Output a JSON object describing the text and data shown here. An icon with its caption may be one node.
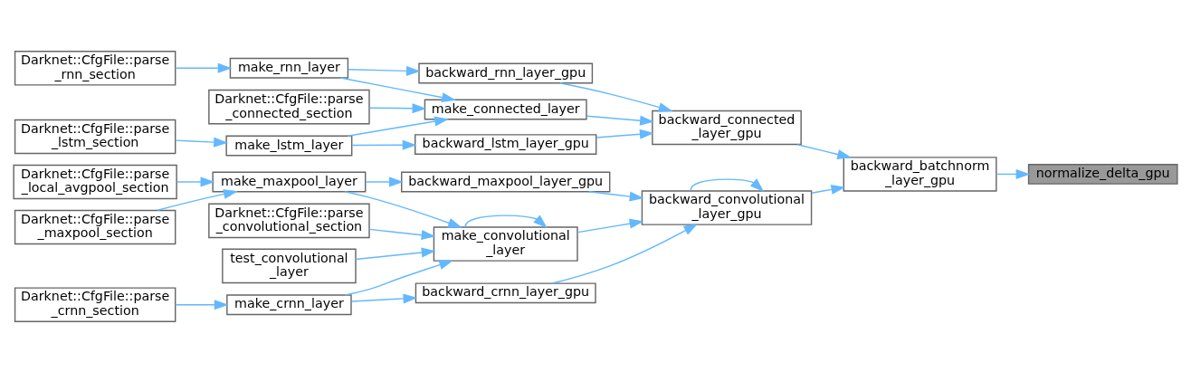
{
  "diagram": {
    "nodes": [
      {
        "text": [
          "normalize_delta_gpu"
        ]
      },
      {
        "text": [
          "backward_batchnorm_layer_gpu"
        ]
      },
      {
        "text": [
          "backward_connected_layer_gpu"
        ]
      },
      {
        "text": [
          "backward_convolutional_layer_gpu"
        ]
      },
      {
        "text": [
          "backward_lstm_layer_gpu"
        ]
      },
      {
        "text": [
          "make_connected_layer"
        ]
      },
      {
        "text": [
          "backward_rnn_layer_gpu"
        ]
      },
      {
        "text": [
          "backward_crnn_layer_gpu"
        ]
      },
      {
        "text": [
          "backward_maxpool_layer_gpu"
        ]
      },
      {
        "text": [
          "make_convolutional_layer"
        ]
      },
      {
        "text": [
          "make_lstm_layer"
        ]
      },
      {
        "text": [
          "make_rnn_layer"
        ]
      },
      {
        "text": [
          "make_crnn_layer"
        ]
      },
      {
        "text": [
          "make_maxpool_layer"
        ]
      },
      {
        "text": [
          "test_convolutional_layer"
        ]
      },
      {
        "text": [
          "Darknet::CfgFile::parse_lstm_section"
        ]
      },
      {
        "text": [
          "Darknet::CfgFile::parse_connected_section"
        ]
      },
      {
        "text": [
          "Darknet::CfgFile::parse_rnn_section"
        ]
      },
      {
        "text": [
          "Darknet::CfgFile::parse_crnn_section"
        ]
      },
      {
        "text": [
          "Darknet::CfgFile::parse_maxpool_section"
        ]
      },
      {
        "text": [
          "Darknet::CfgFile::parse_local_avgpool_section"
        ]
      },
      {
        "text": [
          "Darknet::CfgFile::parse_convolutional_section"
        ]
      }
    ],
    "edges": [
      {
        "from": 1,
        "to": 0,
        "arrow": "to"
      },
      {
        "from": 2,
        "to": 1,
        "arrow": "to"
      },
      {
        "from": 3,
        "to": 1,
        "arrow": "to"
      },
      {
        "from": 4,
        "to": 2,
        "arrow": "to"
      },
      {
        "from": 5,
        "to": 2,
        "arrow": "to"
      },
      {
        "from": 6,
        "to": 2,
        "arrow": "to"
      },
      {
        "from": 3,
        "to": 3,
        "arrow": "to"
      },
      {
        "from": 7,
        "to": 3,
        "arrow": "to"
      },
      {
        "from": 8,
        "to": 3,
        "arrow": "to"
      },
      {
        "from": 9,
        "to": 3,
        "arrow": "to"
      },
      {
        "from": 10,
        "to": 4,
        "arrow": "to"
      },
      {
        "from": 10,
        "to": 5,
        "arrow": "to"
      },
      {
        "from": 16,
        "to": 5,
        "arrow": "to"
      },
      {
        "from": 11,
        "to": 5,
        "arrow": "to"
      },
      {
        "from": 11,
        "to": 6,
        "arrow": "to"
      },
      {
        "from": 12,
        "to": 7,
        "arrow": "to"
      },
      {
        "from": 13,
        "to": 8,
        "arrow": "to"
      },
      {
        "from": 9,
        "to": 9,
        "arrow": "to"
      },
      {
        "from": 12,
        "to": 9,
        "arrow": "to"
      },
      {
        "from": 13,
        "to": 9,
        "arrow": "to"
      },
      {
        "from": 14,
        "to": 9,
        "arrow": "to"
      },
      {
        "from": 21,
        "to": 9,
        "arrow": "to"
      },
      {
        "from": 15,
        "to": 10,
        "arrow": "to"
      },
      {
        "from": 17,
        "to": 11,
        "arrow": "to"
      },
      {
        "from": 18,
        "to": 12,
        "arrow": "to"
      },
      {
        "from": 19,
        "to": 13,
        "arrow": "to"
      },
      {
        "from": 20,
        "to": 13,
        "arrow": "to"
      }
    ]
  }
}
